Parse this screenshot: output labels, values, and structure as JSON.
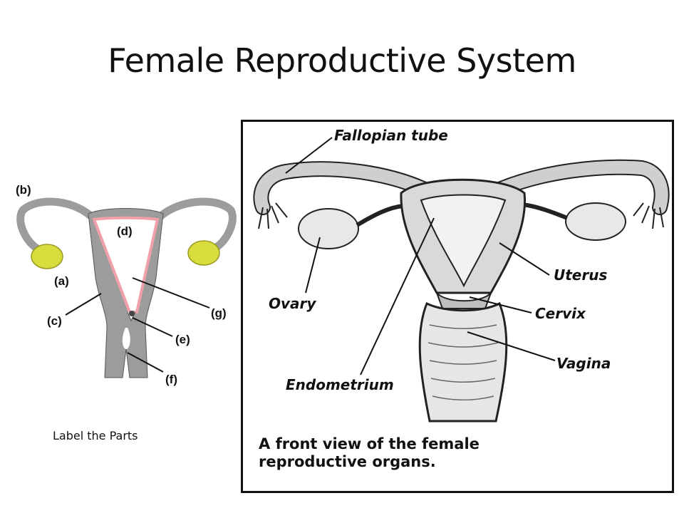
{
  "slide": {
    "title": "Female Reproductive System",
    "caption": "Label the Parts"
  },
  "left_diagram": {
    "letters": [
      "(a)",
      "(b)",
      "(c)",
      "(d)",
      "(e)",
      "(f)",
      "(g)"
    ],
    "colors": {
      "tissue": "#9c9c9c",
      "ovary": "#d8dc3c",
      "lining": "#f0a0a8"
    }
  },
  "right_diagram": {
    "labels": {
      "fallopian_tube": "Fallopian tube",
      "ovary": "Ovary",
      "uterus": "Uterus",
      "cervix": "Cervix",
      "vagina": "Vagina",
      "endometrium": "Endometrium"
    },
    "caption_line1": "A front view of the female",
    "caption_line2": "reproductive organs."
  }
}
